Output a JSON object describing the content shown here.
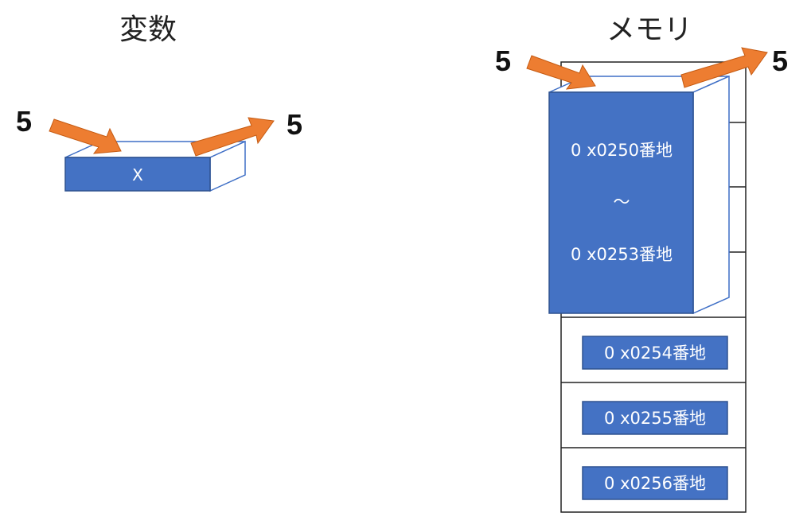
{
  "left": {
    "title": "変数",
    "input_value": "5",
    "output_value": "5",
    "box_label": "X"
  },
  "right": {
    "title": "メモリ",
    "input_value": "5",
    "output_value": "5",
    "block_line1": "0 x0250番地",
    "block_tilde": "～",
    "block_line3": "0 x0253番地",
    "cells": [
      "0 x0254番地",
      "0 x0255番地",
      "0 x0256番地"
    ]
  },
  "colors": {
    "box_blue": "#4472C4",
    "outline_blue": "#3F6FC6",
    "arrow_orange": "#ED7D31",
    "arrow_edge": "#C55A11",
    "text_white": "#ffffff"
  }
}
